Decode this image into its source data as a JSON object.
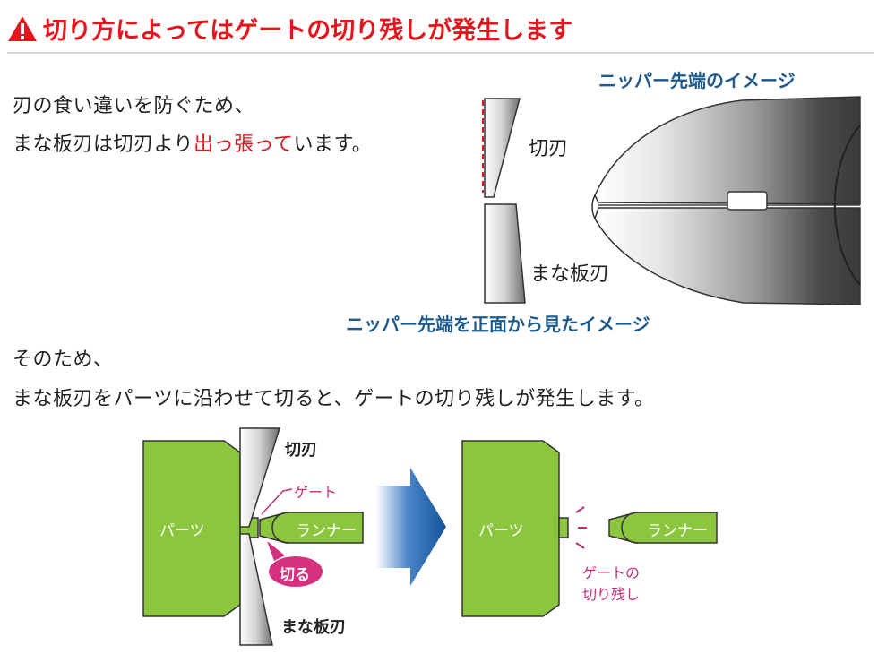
{
  "title": "切り方によってはゲートの切り残しが発生します",
  "intro": {
    "line1": "刃の食い違いを防ぐため、",
    "line2_pre": "まな板刃は切刃より",
    "line2_highlight": "出っ張って",
    "line2_post": "います。"
  },
  "top_figure": {
    "tip_caption": "ニッパー先端のイメージ",
    "front_caption": "ニッパー先端を正面から見たイメージ",
    "cutting_blade": "切刃",
    "anvil_blade": "まな板刃"
  },
  "explanation": {
    "line1": "そのため、",
    "line2": "まな板刃をパーツに沿わせて切ると、ゲートの切り残しが発生します。"
  },
  "before": {
    "parts": "パーツ",
    "runner": "ランナー",
    "gate": "ゲート",
    "cut_badge": "切る",
    "cutting_blade": "切刃",
    "anvil_blade": "まな板刃"
  },
  "after": {
    "parts": "パーツ",
    "runner": "ランナー",
    "leftover_line1": "ゲートの",
    "leftover_line2": "切り残し"
  },
  "colors": {
    "warning": "#e3161d",
    "caption_blue": "#1f5a8c",
    "part_green": "#8cc63f",
    "magenta": "#c2307a",
    "arrow_blue": "#1a5fa8"
  }
}
